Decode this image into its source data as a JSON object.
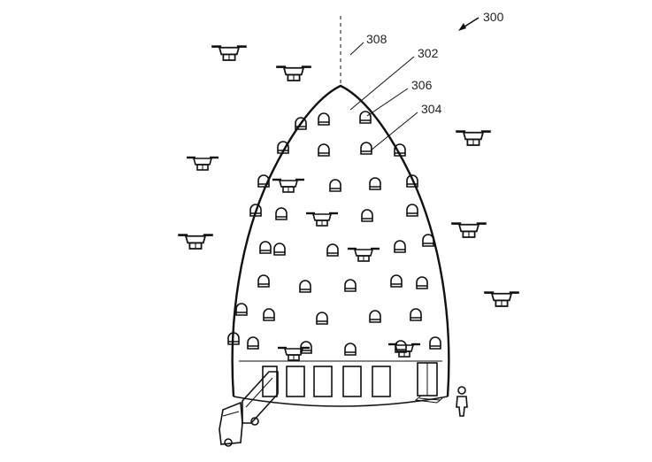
{
  "figure": {
    "reference_numerals": {
      "assembly": "300",
      "structure": "302",
      "bay": "304",
      "access_port": "306",
      "axis": "308"
    }
  },
  "colors": {
    "line": "#111111",
    "background": "#ffffff"
  }
}
